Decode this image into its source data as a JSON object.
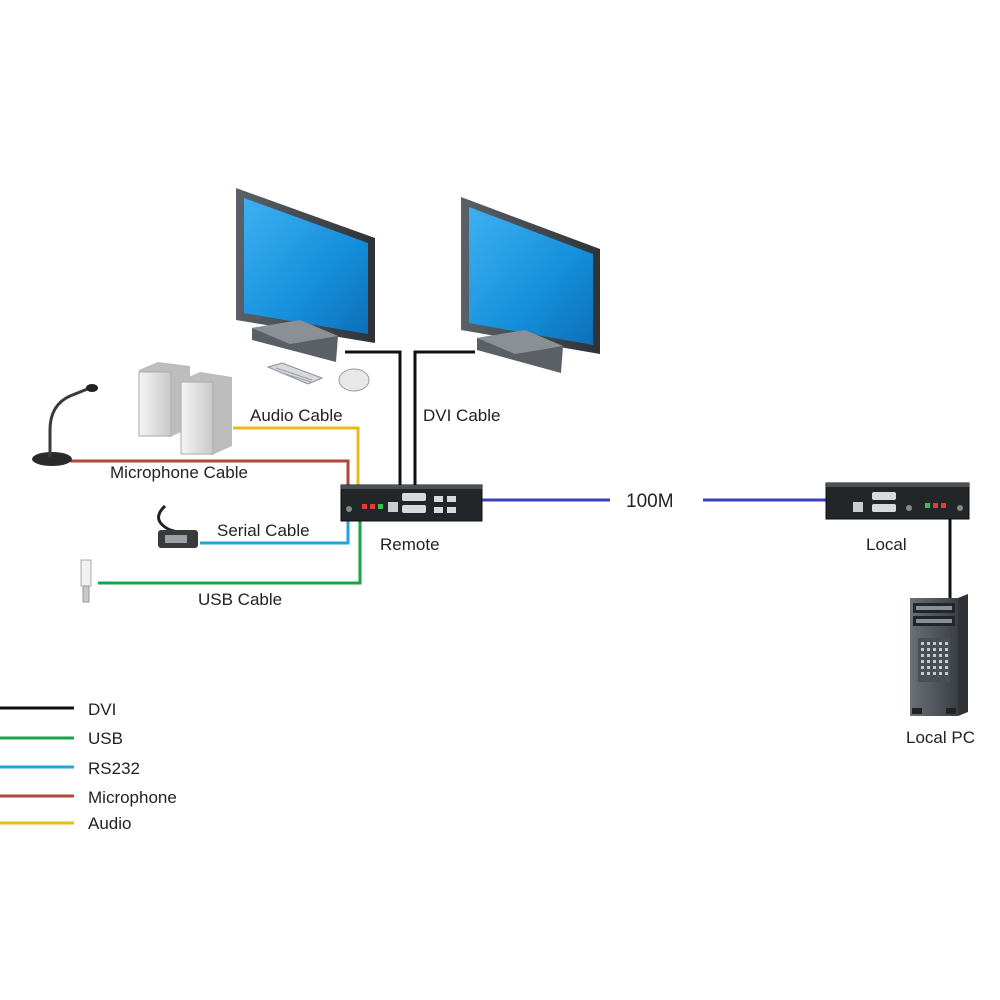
{
  "labels": {
    "audio_cable": "Audio Cable",
    "dvi_cable": "DVI Cable",
    "microphone_cable": "Microphone Cable",
    "serial_cable": "Serial Cable",
    "usb_cable": "USB Cable",
    "remote": "Remote",
    "local": "Local",
    "link_speed": "100M",
    "local_pc": "Local PC"
  },
  "legend": [
    {
      "label": "DVI",
      "color": "#111111"
    },
    {
      "label": "USB",
      "color": "#1aa34a"
    },
    {
      "label": "RS232",
      "color": "#23a6d5"
    },
    {
      "label": "Microphone",
      "color": "#b0473a"
    },
    {
      "label": "Audio",
      "color": "#e8bb1d"
    }
  ],
  "colors": {
    "dvi": "#111111",
    "usb": "#1aa34a",
    "rs232": "#23a6d5",
    "microphone": "#b0473a",
    "audio": "#e8bb1d",
    "network": "#3a3fc2"
  }
}
